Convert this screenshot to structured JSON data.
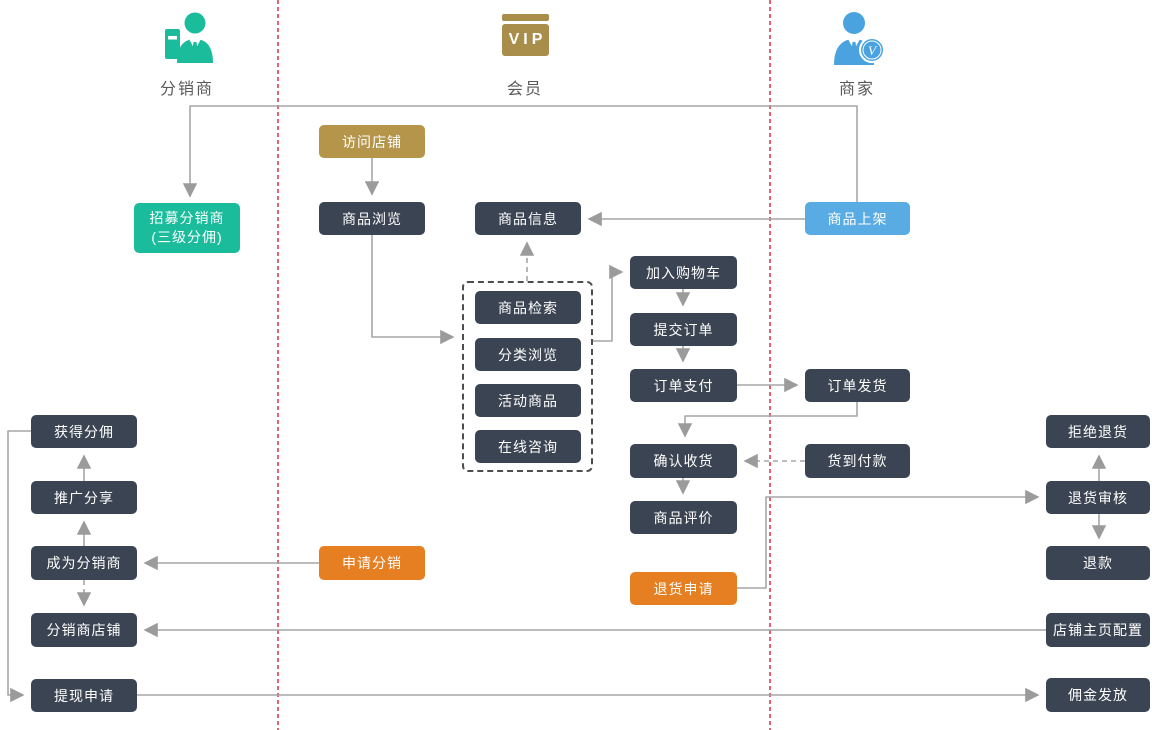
{
  "lanes": {
    "distributor": {
      "label": "分销商"
    },
    "member": {
      "label": "会员",
      "icon_text": "VIP"
    },
    "merchant": {
      "label": "商家",
      "badge_letter": "V"
    }
  },
  "nodes": {
    "recruit_distributor": {
      "line1": "招募分销商",
      "line2": "(三级分佣)"
    },
    "visit_shop": "访问店铺",
    "browse_products": "商品浏览",
    "product_info": "商品信息",
    "product_search": "商品检索",
    "category_browse": "分类浏览",
    "activity_products": "活动商品",
    "online_consult": "在线咨询",
    "add_to_cart": "加入购物车",
    "submit_order": "提交订单",
    "order_payment": "订单支付",
    "confirm_receipt": "确认收货",
    "product_review": "商品评价",
    "return_request": "退货申请",
    "apply_distribution": "申请分销",
    "get_commission": "获得分佣",
    "promote_share": "推广分享",
    "become_distributor": "成为分销商",
    "distributor_shop": "分销商店铺",
    "withdraw_request": "提现申请",
    "product_listing": "商品上架",
    "order_shipping": "订单发货",
    "cash_on_delivery": "货到付款",
    "reject_return": "拒绝退货",
    "return_review": "退货审核",
    "refund": "退款",
    "shop_homepage_config": "店铺主页配置",
    "commission_payout": "佣金发放"
  },
  "colors": {
    "node_dark": "#3b4452",
    "green": "#1abc9c",
    "gold": "#b5954a",
    "blue": "#58abe3",
    "orange": "#e67e22",
    "connector": "#a6a6a6",
    "lane_divider": "#d93040"
  }
}
